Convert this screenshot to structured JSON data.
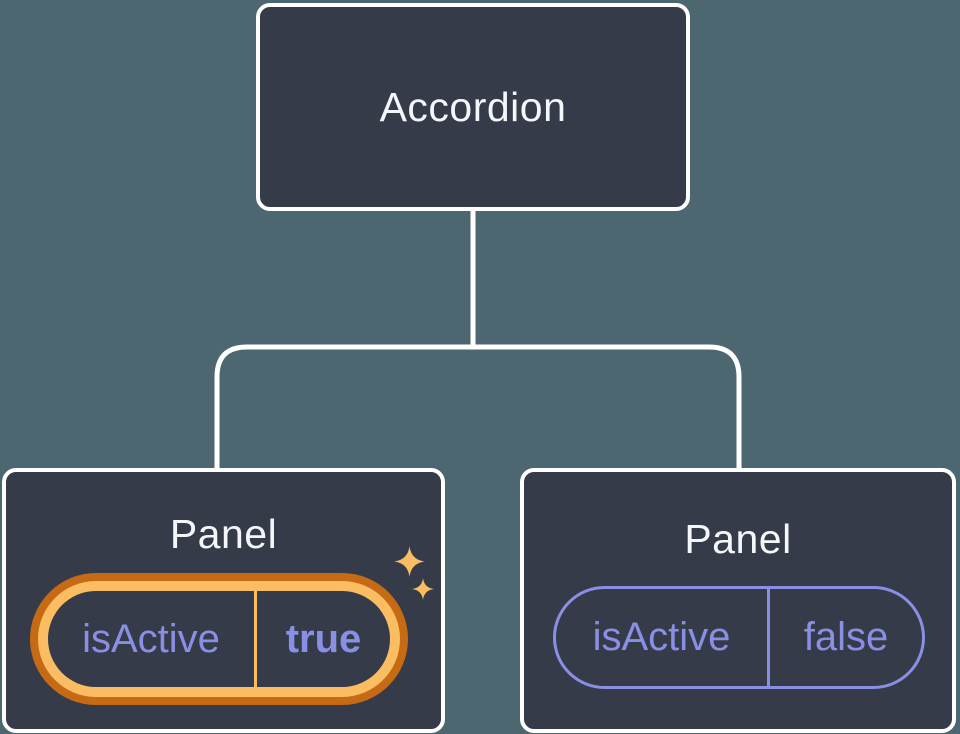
{
  "diagram": {
    "root": {
      "label": "Accordion"
    },
    "panels": [
      {
        "title": "Panel",
        "state_name": "isActive",
        "state_value": "true",
        "highlighted": true
      },
      {
        "title": "Panel",
        "state_name": "isActive",
        "state_value": "false",
        "highlighted": false
      }
    ]
  },
  "icons": {
    "sparkle_large": "sparkle-icon",
    "sparkle_small": "sparkle-icon"
  },
  "colors": {
    "background": "#4d6771",
    "node_fill": "#353b48",
    "node_border": "#ffffff",
    "connector": "#ffffff",
    "title_text": "#f4f6f9",
    "state_text": "#8a8fe6",
    "pill_border": "#8a8fe6",
    "ring_outer": "#c76a15",
    "ring_inner": "#fabd62",
    "divider_gold": "#fabd62",
    "sparkle": "#fabd62"
  }
}
